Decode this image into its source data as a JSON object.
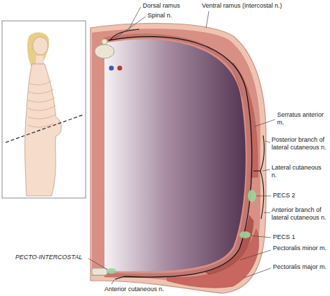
{
  "diagram": {
    "labels": [
      "Dorsal ramus",
      "Spinal n.",
      "Ventral ramus (intercostal n.)",
      "Serratus anterior m.",
      "Posterior branch of lateral cutaneous n.",
      "Lateral cutaneous n.",
      "PECS 2",
      "Anterior branch of lateral cutaneous n.",
      "PECS 1",
      "Pectoralis minor m.",
      "Pectoralis major m.",
      "PECTO-INTERCOSTAL",
      "Anterior cutaneous n."
    ]
  }
}
